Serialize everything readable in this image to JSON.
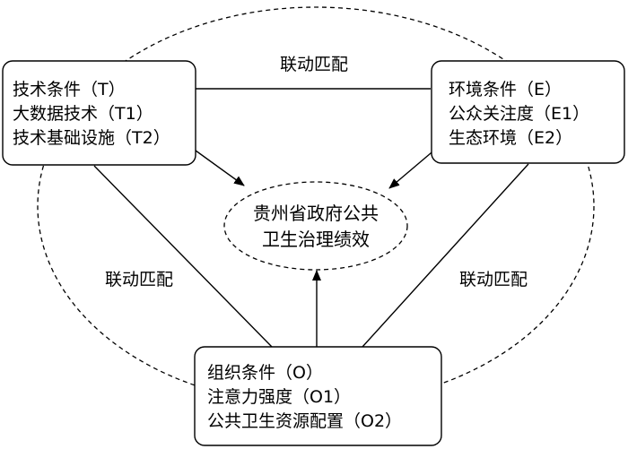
{
  "nodes": {
    "technology": {
      "lines": [
        "技术条件（T）",
        "大数据技术（T1）",
        "技术基础设施（T2）"
      ]
    },
    "environment": {
      "lines": [
        "环境条件（E）",
        "公众关注度（E1）",
        "生态环境（E2）"
      ]
    },
    "organization": {
      "lines": [
        "组织条件（O）",
        "注意力强度（O1）",
        "公共卫生资源配置（O2）"
      ]
    },
    "outcome": {
      "lines": [
        "贵州省政府公共",
        "卫生治理绩效"
      ]
    }
  },
  "links": {
    "top": "联动匹配",
    "left": "联动匹配",
    "right": "联动匹配"
  }
}
